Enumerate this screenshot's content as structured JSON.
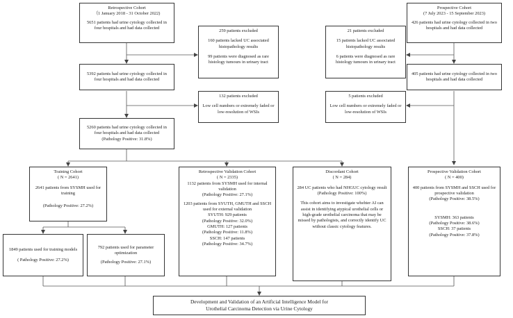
{
  "retro_cohort": {
    "title": "Retrospective Cohort",
    "dates": "（1 January 2018 - 31 October 2022)",
    "body": "5651 patients had urine cytology collected in four hospitals and had data collected"
  },
  "retro_excl_1": {
    "title": "259 patients excluded",
    "reason_1": "160 patients lacked UC associated histopathology results",
    "reason_2": "99  patients were diagnosed as rare histology tumours in urinary tract"
  },
  "retro_step_2": {
    "body": "5392 patients had urine cytology collected in four hospitals and had data collected"
  },
  "retro_excl_2": {
    "title": "132 patients excluded",
    "reason": "Low cell numbers or extremely faded or low-resolution of WSIs"
  },
  "retro_step_3": {
    "body": "5260 patients had urine cytology collected in four hospitals and had data collected",
    "positive": "(Pathology Positive: 31.8%)"
  },
  "pro_cohort": {
    "title": "Prospective Cohort",
    "dates": "(7 July 2023 - 15 September 2023)",
    "body": "426 patients had urine cytology collected in two hospitals and had data collected"
  },
  "pro_excl_1": {
    "title": "21 patients excluded",
    "reason_1": "15 patients lacked UC associated histopathology results",
    "reason_2": "6  patients were diagnosed as rare histology tumours in urinary tract"
  },
  "pro_step_2": {
    "body": "405 patients had urine cytology collected in two hospitals and had data collected"
  },
  "pro_excl_2": {
    "title": "5 patients excluded",
    "reason": "Low cell numbers or extremely faded or low-resolution of WSIs"
  },
  "training": {
    "title": "Training Cohort",
    "n": "( N = 2641)",
    "body": "2641 patients from SYSMH used for training",
    "positive": "(Pathology Positive: 27.2%)"
  },
  "train_models": {
    "body": "1849 patients used for training models",
    "positive": "( Pathology Positive: 27.2%)"
  },
  "param_opt": {
    "body": "792 patients used for parameter optimization",
    "positive": "(Pathology Positive: 27.1%)"
  },
  "retro_val": {
    "title": "Retrospective Validation Cohort",
    "n": "( N = 2335)",
    "internal": "1132 patients from SYSMH used for internal validation",
    "internal_pos": "(Pathology Positive: 27.1%)",
    "external": "1203 patients from SYUTH, GMUTH and SSCH used for external validation",
    "syuth": "SYUTH: 929 patients",
    "syuth_pos": "(Pathology Positive: 32.0%)",
    "gmuth": "GMUTH: 127 patients",
    "gmuth_pos": "(Pathology Positive: 11.8%)",
    "ssch": "SSCH: 147 patients",
    "ssch_pos": "(Pathology Positive: 34.7%)"
  },
  "discordant": {
    "title": "Discordant Cohort",
    "n": "( N = 284)",
    "body": "284 UC patients who had NHGUC cytology result",
    "positive": "(Pathology Positive: 100%)",
    "aim": "This cohort aims to investigate whehter AI can assist in identifying atypical urothelial cells or high-grade urothelial carcinoma that may be missed by pathologists, and correctly identify UC without classic cytology features."
  },
  "pro_val": {
    "title": "Prospective Validation Cohort",
    "n": "( N = 400)",
    "body": "400 patients from SYSMH and SSCH used for prospective validation",
    "positive": "(Pathology Positive: 38.5%)",
    "sysmh": "SYSMH: 363 patients",
    "sysmh_pos": "(Pathology Positive: 38.6%)",
    "ssch": "SSCH: 37 patients",
    "ssch_pos": "(Pathology Positive: 37.8%)"
  },
  "final": {
    "line_1": "Development and Validation of an Artificial Intelligence Model for",
    "line_2": "Urothelial Carcinoma Detection via Urine Cytology"
  }
}
